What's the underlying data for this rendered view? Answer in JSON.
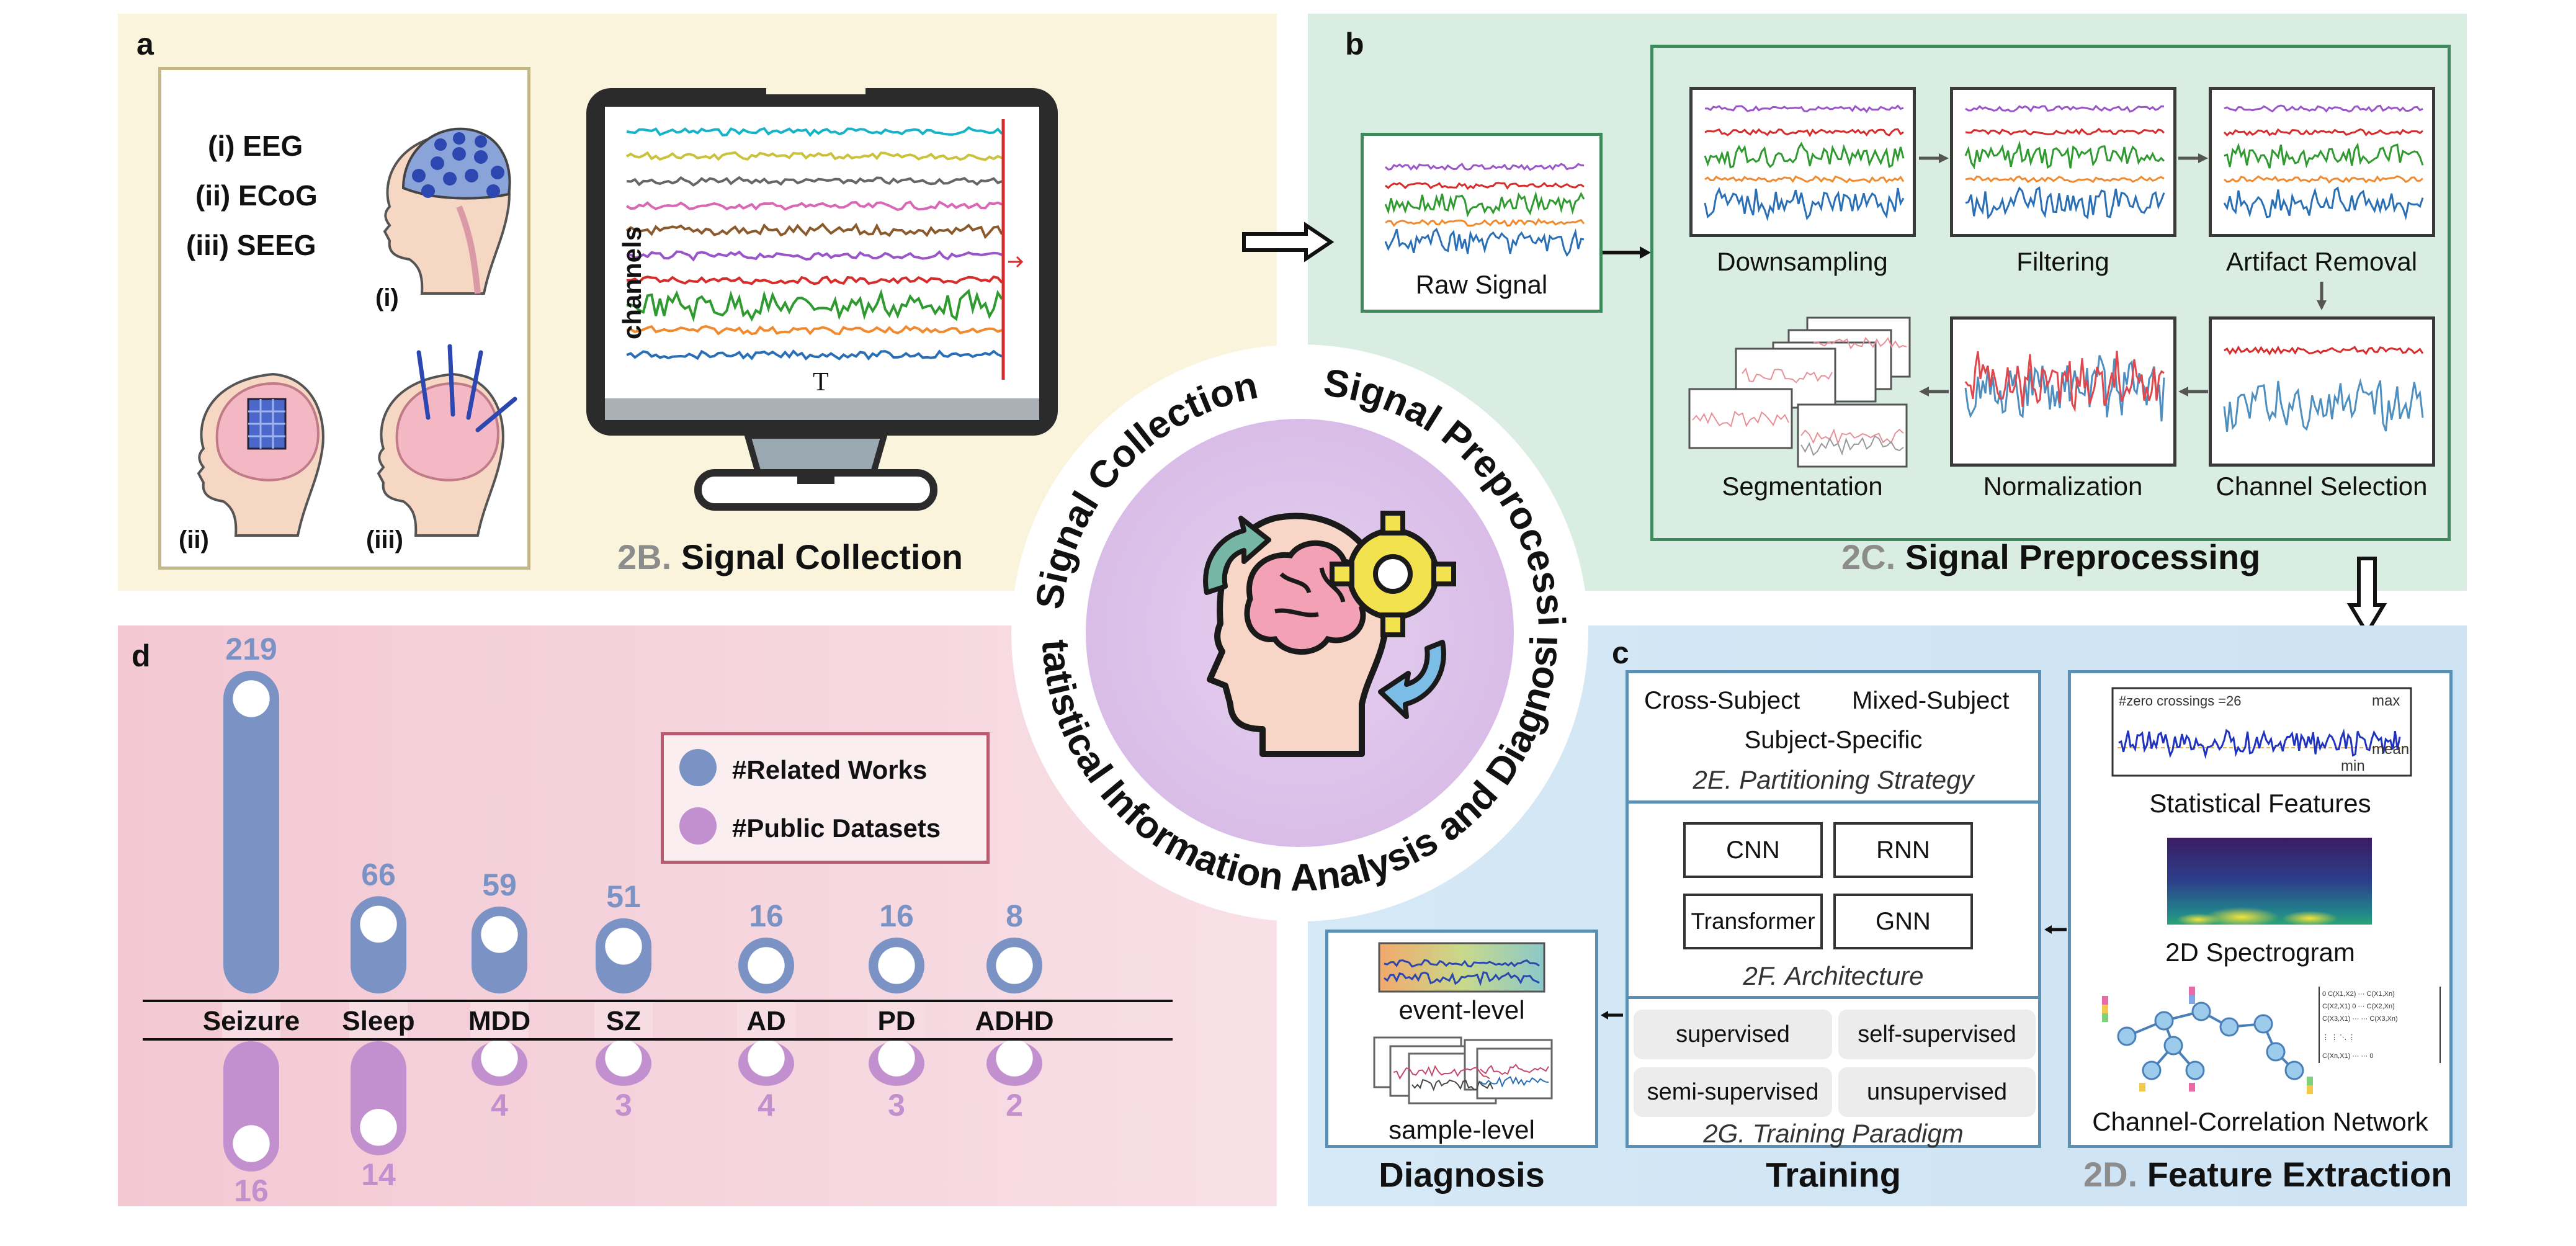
{
  "panel_a": {
    "letter": "a",
    "modalities": [
      "(i) EEG",
      "(ii) ECoG",
      "(iii) SEEG"
    ],
    "head_labels": [
      "(i)",
      "(ii)",
      "(iii)"
    ],
    "monitor_ylabel": "channels",
    "monitor_xlabel": "T",
    "caption_num": "2B.",
    "caption": "Signal Collection"
  },
  "panel_b": {
    "letter": "b",
    "raw_signal": "Raw Signal",
    "steps": [
      "Downsampling",
      "Filtering",
      "Artifact Removal",
      "Channel Selection",
      "Normalization",
      "Segmentation"
    ],
    "caption_num": "2C.",
    "caption": "Signal Preprocessing"
  },
  "panel_c": {
    "letter": "c",
    "partition": [
      "Cross-Subject",
      "Mixed-Subject",
      "Subject-Specific"
    ],
    "partition_num": "2E.",
    "partition_title": "Partitioning Strategy",
    "architectures": [
      "CNN",
      "RNN",
      "Transformer",
      "GNN"
    ],
    "arch_num": "2F.",
    "arch_title": "Architecture",
    "paradigms": [
      "supervised",
      "self-supervised",
      "semi-supervised",
      "unsupervised"
    ],
    "paradigm_num": "2G.",
    "paradigm_title": "Training Paradigm",
    "training_caption": "Training",
    "diagnosis_levels": [
      "event-level",
      "sample-level"
    ],
    "diagnosis_caption": "Diagnosis",
    "features": [
      "Statistical Features",
      "2D Spectrogram",
      "Channel-Correlation Network"
    ],
    "stat_annot": {
      "zero": "#zero crossings =26",
      "max": "max",
      "mean": "mean",
      "min": "min"
    },
    "feature_caption_num": "2D.",
    "feature_caption": "Feature Extraction"
  },
  "center": {
    "ring_texts": [
      "Signal Collection",
      "Signal Preprocessing",
      "Statistical Information Analysis and Diagnosis"
    ]
  },
  "panel_d": {
    "letter": "d",
    "legend": [
      "#Related Works",
      "#Public Datasets"
    ]
  },
  "colors": {
    "related": "#7b93c4",
    "datasets": "#c290cf",
    "panel_a_bg": "#faf4dc",
    "panel_b_bg": "#d9ede3",
    "panel_c_bg": "#d7eaf6",
    "panel_d_bg": "#f6d4dd"
  },
  "chart_data": {
    "type": "bar",
    "categories": [
      "Seizure",
      "Sleep",
      "MDD",
      "SZ",
      "AD",
      "PD",
      "ADHD"
    ],
    "series": [
      {
        "name": "#Related Works",
        "values": [
          219,
          66,
          59,
          51,
          16,
          16,
          8
        ]
      },
      {
        "name": "#Public Datasets",
        "values": [
          16,
          14,
          4,
          3,
          4,
          3,
          2
        ]
      }
    ],
    "legend_position": "top-right"
  }
}
